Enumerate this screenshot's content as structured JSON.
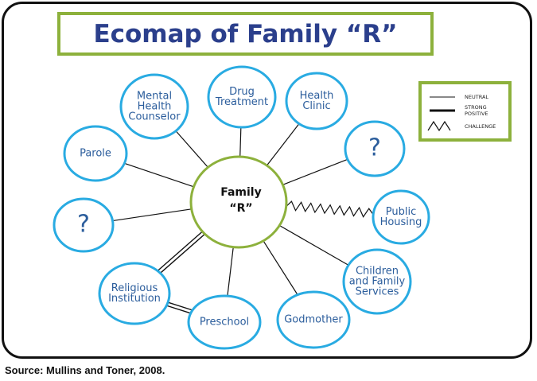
{
  "title": "Ecomap of Family “R”",
  "center": {
    "lines": [
      "Family",
      "“R”"
    ]
  },
  "nodes": [
    {
      "id": "mental-health-counselor",
      "lines": [
        "Mental",
        "Health",
        "Counselor"
      ],
      "connection": "neutral"
    },
    {
      "id": "drug-treatment",
      "lines": [
        "Drug",
        "Treatment"
      ],
      "connection": "neutral"
    },
    {
      "id": "health-clinic",
      "lines": [
        "Health",
        "Clinic"
      ],
      "connection": "neutral"
    },
    {
      "id": "unknown-right",
      "lines": [
        "?"
      ],
      "connection": "neutral"
    },
    {
      "id": "parole",
      "lines": [
        "Parole"
      ],
      "connection": "neutral"
    },
    {
      "id": "public-housing",
      "lines": [
        "Public",
        "Housing"
      ],
      "connection": "challenge"
    },
    {
      "id": "unknown-left",
      "lines": [
        "?"
      ],
      "connection": "neutral"
    },
    {
      "id": "children-and-family-services",
      "lines": [
        "Children",
        "and Family",
        "Services"
      ],
      "connection": "neutral"
    },
    {
      "id": "religious-institution",
      "lines": [
        "Religious",
        "Institution"
      ],
      "connection": "strong-positive"
    },
    {
      "id": "preschool",
      "lines": [
        "Preschool"
      ],
      "connection": "neutral"
    },
    {
      "id": "godmother",
      "lines": [
        "Godmother"
      ],
      "connection": "neutral"
    }
  ],
  "extra_links": [
    {
      "from": "religious-institution",
      "to": "preschool",
      "connection": "strong-positive"
    }
  ],
  "legend": {
    "items": [
      {
        "key": "neutral",
        "lines": [
          "NEUTRAL"
        ]
      },
      {
        "key": "strong-positive",
        "lines": [
          "STRONG",
          "POSITIVE"
        ]
      },
      {
        "key": "challenge",
        "lines": [
          "CHALLENGE"
        ]
      }
    ]
  },
  "source": "Source: Mullins and Toner, 2008.",
  "colors": {
    "title_text": "#2b3f8c",
    "title_border": "#8db13c",
    "node_border": "#29abe2",
    "center_border": "#8db13c",
    "node_text": "#2b5d9c",
    "line": "#111111"
  }
}
